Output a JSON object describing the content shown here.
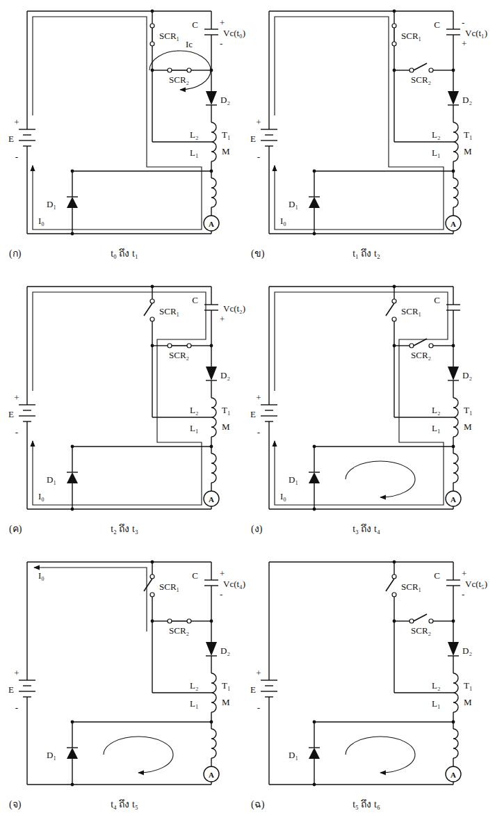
{
  "diagram": {
    "labels": [
      "C",
      "+",
      "Vc(t₀)",
      "-",
      "SCR₁",
      "Ic",
      "SCR₂",
      "D₂",
      "L₂",
      "T₁",
      "L₁",
      "M",
      "+",
      "E",
      "-",
      "D₁",
      "A",
      "I₀",
      "(ก)",
      "t₀ ถึง t₁",
      "C",
      "-",
      "Vc(t₁)",
      "+",
      "SCR₁",
      "SCR₂",
      "D₂",
      "L₂",
      "T₁",
      "L₁",
      "M",
      "+",
      "E",
      "-",
      "D₁",
      "A",
      "I₀",
      "(ข)",
      "t₁ ถึง t₂",
      "C",
      "Vc(t₂)",
      "+",
      "SCR₁",
      "SCR₂",
      "D₂",
      "L₂",
      "T₁",
      "L₁",
      "M",
      "+",
      "E",
      "-",
      "D₁",
      "A",
      "I₀",
      "(ค)",
      "t₂ ถึง t₃",
      "C",
      "SCR₁",
      "SCR₂",
      "D₂",
      "L₂",
      "T₁",
      "L₁",
      "M",
      "+",
      "E",
      "-",
      "D₁",
      "A",
      "I₀",
      "(ง)",
      "t₃ ถึง t₄",
      "I₀",
      "C",
      "+",
      "Vc(t₄)",
      "-",
      "SCR₁",
      "SCR₂",
      "D₂",
      "L₂",
      "T₁",
      "L₁",
      "M",
      "+",
      "E",
      "-",
      "D₁",
      "A",
      "(จ)",
      "t₄ ถึง t₅",
      "C",
      "+",
      "Vc(t₅)",
      "-",
      "SCR₁",
      "SCR₂",
      "D₂",
      "L₂",
      "T₁",
      "L₁",
      "M",
      "+",
      "E",
      "-",
      "D₁",
      "A",
      "(ฉ)",
      "t₅ ถึง t₆"
    ]
  }
}
